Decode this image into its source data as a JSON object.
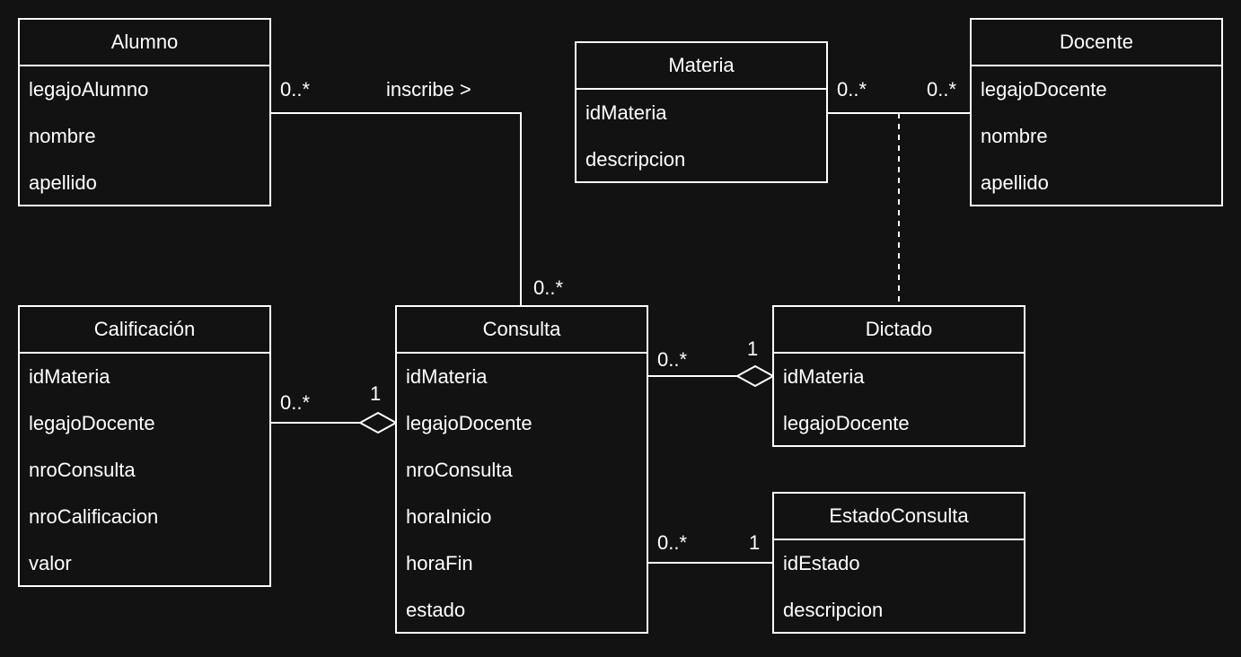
{
  "colors": {
    "background": "#121212",
    "stroke": "#ffffff",
    "text": "#ffffff"
  },
  "classes": {
    "alumno": {
      "name": "Alumno",
      "attributes": [
        "legajoAlumno",
        "nombre",
        "apellido"
      ]
    },
    "materia": {
      "name": "Materia",
      "attributes": [
        "idMateria",
        "descripcion"
      ]
    },
    "docente": {
      "name": "Docente",
      "attributes": [
        "legajoDocente",
        "nombre",
        "apellido"
      ]
    },
    "calificacion": {
      "name": "Calificación",
      "attributes": [
        "idMateria",
        "legajoDocente",
        "nroConsulta",
        "nroCalificacion",
        "valor"
      ]
    },
    "consulta": {
      "name": "Consulta",
      "attributes": [
        "idMateria",
        "legajoDocente",
        "nroConsulta",
        "horaInicio",
        "horaFin",
        "estado"
      ]
    },
    "dictado": {
      "name": "Dictado",
      "attributes": [
        "idMateria",
        "legajoDocente"
      ]
    },
    "estadoConsulta": {
      "name": "EstadoConsulta",
      "attributes": [
        "idEstado",
        "descripcion"
      ]
    }
  },
  "associations": {
    "alumno_consulta": {
      "name": "inscribe >",
      "source_multiplicity": "0..*",
      "target_multiplicity": "0..*"
    },
    "materia_docente": {
      "source_multiplicity": "0..*",
      "target_multiplicity": "0..*",
      "association_class": "Dictado"
    },
    "calificacion_consulta": {
      "source_multiplicity": "0..*",
      "target_multiplicity": "1",
      "type": "aggregation"
    },
    "consulta_dictado": {
      "source_multiplicity": "0..*",
      "target_multiplicity": "1",
      "type": "aggregation"
    },
    "consulta_estado": {
      "source_multiplicity": "0..*",
      "target_multiplicity": "1"
    }
  }
}
